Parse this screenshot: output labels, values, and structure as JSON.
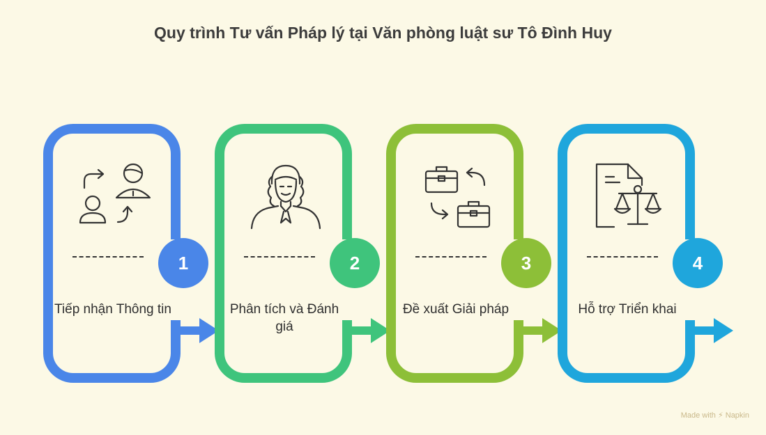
{
  "title": "Quy trình Tư vấn Pháp lý tại Văn phòng luật sư Tô Đình Huy",
  "steps": [
    {
      "number": "1",
      "label": "Tiếp nhận Thông tin",
      "color": "#4a86e8",
      "icon": "user-exchange-icon"
    },
    {
      "number": "2",
      "label": "Phân tích và Đánh giá",
      "color": "#3fc47c",
      "icon": "lawyer-icon"
    },
    {
      "number": "3",
      "label": "Đề xuất Giải pháp",
      "color": "#8dbf38",
      "icon": "briefcase-exchange-icon"
    },
    {
      "number": "4",
      "label": "Hỗ trợ Triển khai",
      "color": "#1fa6dc",
      "icon": "document-scales-icon"
    }
  ],
  "footer": {
    "made_with": "Made with",
    "brand": "Napkin"
  }
}
